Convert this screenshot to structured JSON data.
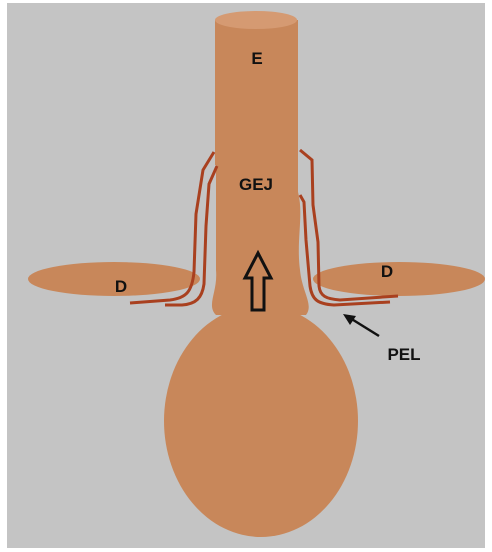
{
  "labels": {
    "esophagus": "E",
    "gej": "GEJ",
    "diaphragm_left": "D",
    "diaphragm_right": "D",
    "pel": "PEL"
  },
  "colors": {
    "background": "#c4c4c4",
    "organ": "#c8875a",
    "ligament": "#a9401f",
    "text": "#111111"
  },
  "icons": {
    "displacement_arrow": "up-arrow-outline",
    "pel_pointer": "arrow"
  }
}
